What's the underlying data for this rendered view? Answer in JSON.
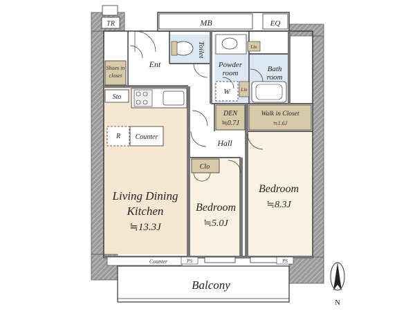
{
  "rooms": {
    "ldk": {
      "line1": "Living Dining",
      "line2": "Kitchen",
      "area": "≒13.3J"
    },
    "bedroom_small": {
      "name": "Bedroom",
      "area": "≒5.0J"
    },
    "bedroom_large": {
      "name": "Bedroom",
      "area": "≒8.3J"
    },
    "den": {
      "name": "DEN",
      "area": "≒0.7J"
    },
    "walk_in_closet": {
      "name": "Walk in Closet",
      "area": "≒1.6J"
    },
    "toilet": "Toilet",
    "powder_room_1": "Powder",
    "powder_room_2": "room",
    "bath_room_1": "Bath",
    "bath_room_2": "room",
    "hall": "Hall",
    "entrance": "Ent",
    "shoes_closet_1": "Shoes in",
    "shoes_closet_2": "closet",
    "balcony": "Balcony"
  },
  "fixtures": {
    "tr": "TR",
    "mb": "MB",
    "eq": "EQ",
    "sto": "Sto",
    "counter": "Counter",
    "counter_lower": "Counter",
    "fridge": "R",
    "clo": "Clo",
    "washer": "W",
    "lin_powder": "Lin",
    "lin_bath": "Lin",
    "ps_left": "PS",
    "ps_right": "PS"
  },
  "compass": {
    "north": "N"
  },
  "colors": {
    "wall": "#8c8c8c",
    "wall_hatch": "#b0b0b0",
    "ldk_floor": "#f7e7d2",
    "bedroom_floor": "#fbf3e1",
    "closet": "#d8c9a8",
    "wet_area": "#dbe7f2",
    "hall_floor": "#ffffff"
  }
}
